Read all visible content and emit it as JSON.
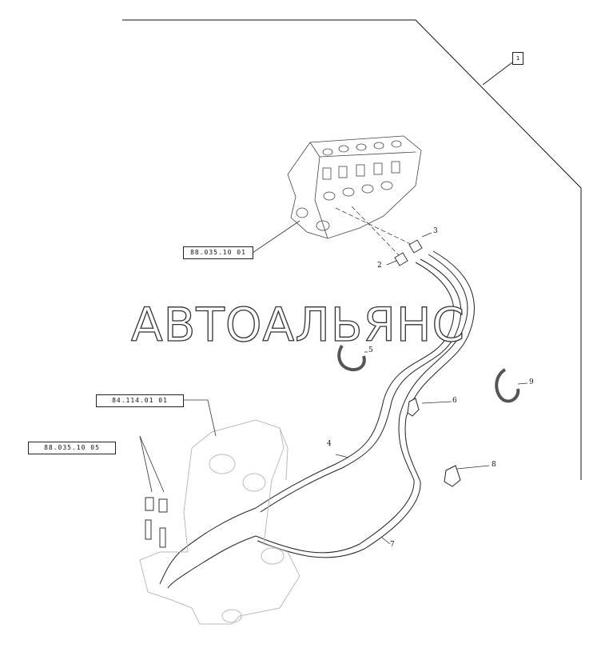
{
  "frame_tag": "1",
  "watermark": "АВТОАЛЬЯНС",
  "references": {
    "control_valve": "88.035.10 01",
    "boom_bracket": "84.114.01 01",
    "fittings": "88.035.10 05"
  },
  "callouts": {
    "adapter_lower": "2",
    "adapter_upper": "3",
    "hose_upper": "4",
    "clamp_left": "5",
    "bracket_upper": "6",
    "hose_lower": "7",
    "bracket_lower": "8",
    "clamp_right": "9"
  }
}
